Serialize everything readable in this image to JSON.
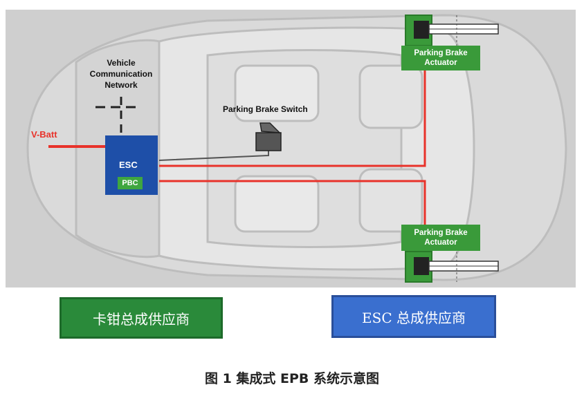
{
  "labels": {
    "vehicle_network": [
      "Vehicle",
      "Communication",
      "Network"
    ],
    "parking_brake_switch": "Parking Brake Switch",
    "v_batt": "V-Batt",
    "esc": "ESC",
    "pbc": "PBC",
    "actuator_top": [
      "Parking Brake",
      "Actuator"
    ],
    "actuator_bottom": [
      "Parking Brake",
      "Actuator"
    ]
  },
  "suppliers": {
    "caliper": "卡钳总成供应商",
    "esc": "ESC 总成供应商"
  },
  "caption": "图 1  集成式 EPB 系统示意图",
  "colors": {
    "background_car": "#c9c9c9",
    "wire_red": "#e8322a",
    "esc_blue": "#1e4fa8",
    "pbc_green": "#3fa63f",
    "actuator_green": "#3a9a3a",
    "caliper_box_green": "#2a8a3a",
    "esc_box_blue": "#3a6fcf"
  }
}
